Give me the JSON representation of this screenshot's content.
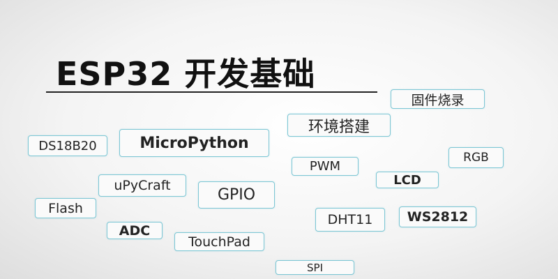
{
  "title": "ESP32  开发基础",
  "tags": [
    {
      "id": "gujian",
      "text": "固件烧录"
    },
    {
      "id": "huanjing",
      "text": "环境搭建"
    },
    {
      "id": "ds18b20",
      "text": "DS18B20"
    },
    {
      "id": "micropython",
      "text": "MicroPython"
    },
    {
      "id": "rgb",
      "text": "RGB"
    },
    {
      "id": "pwm",
      "text": "PWM"
    },
    {
      "id": "lcd",
      "text": "LCD"
    },
    {
      "id": "upycraft",
      "text": "uPyCraft"
    },
    {
      "id": "gpio",
      "text": "GPIO"
    },
    {
      "id": "flash",
      "text": "Flash"
    },
    {
      "id": "dht11",
      "text": "DHT11"
    },
    {
      "id": "ws2812",
      "text": "WS2812"
    },
    {
      "id": "adc",
      "text": "ADC"
    },
    {
      "id": "touchpad",
      "text": "TouchPad"
    },
    {
      "id": "spi",
      "text": "SPI"
    }
  ],
  "colors": {
    "tag_border": "#7cc6d4",
    "text": "#222222"
  }
}
